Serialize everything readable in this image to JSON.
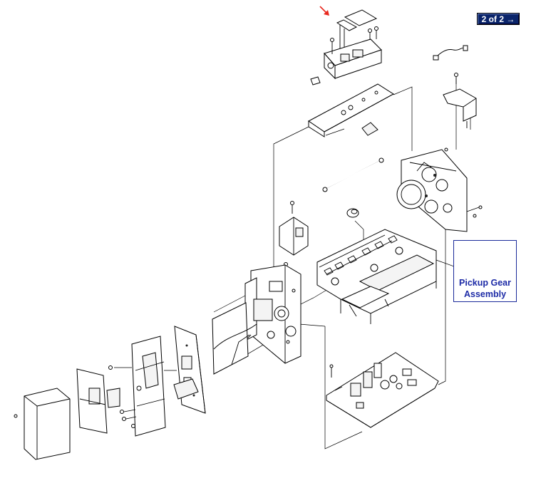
{
  "navigation": {
    "page_indicator": "2 of 2",
    "next_arrow": "→"
  },
  "callout": {
    "line1": "Pickup Gear",
    "line2": "Assembly"
  },
  "colors": {
    "marker_arrow": "#e8281e",
    "callout_text": "#1c2aa6",
    "nav_button": "#0a246a"
  },
  "icons": {
    "next": "arrow-right-icon",
    "marker": "pointer-arrow-icon"
  }
}
